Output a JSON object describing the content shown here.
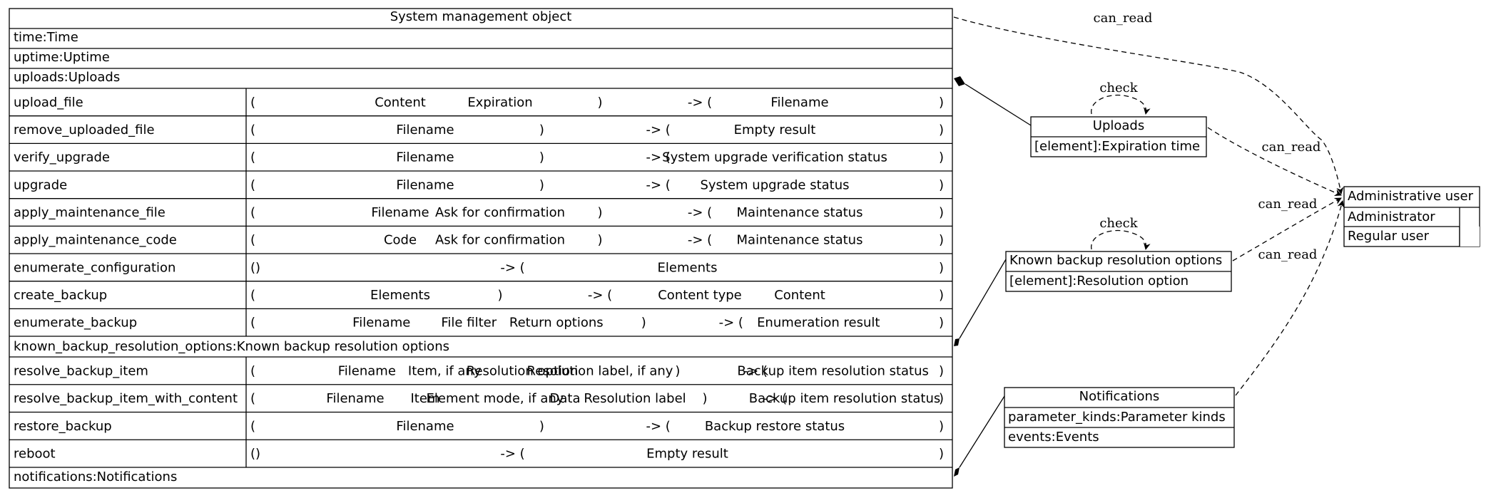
{
  "main_class": {
    "title": "System management object",
    "attributes_top": [
      "time:Time",
      "uptime:Uptime",
      "uploads:Uploads"
    ],
    "methods_a": [
      {
        "name": "upload_file",
        "signature": [
          "(",
          "Content",
          "Expiration",
          ")",
          "-> (",
          "Filename",
          ")"
        ]
      },
      {
        "name": "remove_uploaded_file",
        "signature": [
          "(",
          "Filename",
          ")",
          "-> (",
          "Empty result",
          ")"
        ]
      },
      {
        "name": "verify_upgrade",
        "signature": [
          "(",
          "Filename",
          ")",
          "-> (",
          "System upgrade verification status",
          ")"
        ]
      },
      {
        "name": "upgrade",
        "signature": [
          "(",
          "Filename",
          ")",
          "-> (",
          "System upgrade status",
          ")"
        ]
      },
      {
        "name": "apply_maintenance_file",
        "signature": [
          "(",
          "Filename",
          "Ask for confirmation",
          ")",
          "-> (",
          "Maintenance status",
          ")"
        ]
      },
      {
        "name": "apply_maintenance_code",
        "signature": [
          "(",
          "Code",
          "Ask for confirmation",
          ")",
          "-> (",
          "Maintenance status",
          ")"
        ]
      },
      {
        "name": "enumerate_configuration",
        "signature": [
          "()",
          "-> (",
          "Elements",
          ")"
        ]
      },
      {
        "name": "create_backup",
        "signature": [
          "(",
          "Elements",
          ")",
          "-> (",
          "Content type",
          "Content",
          ")"
        ]
      },
      {
        "name": "enumerate_backup",
        "signature": [
          "(",
          "Filename",
          "File filter",
          "Return options",
          ")",
          "-> (",
          "Enumeration result",
          ")"
        ]
      }
    ],
    "attribute_mid": "known_backup_resolution_options:Known backup resolution options",
    "methods_b": [
      {
        "name": "resolve_backup_item",
        "signature": [
          "(",
          "Filename",
          "Item, if any",
          "Resolution option",
          "Resolution label, if any",
          ")",
          "-> (",
          "Backup item resolution status",
          ")"
        ]
      },
      {
        "name": "resolve_backup_item_with_content",
        "signature": [
          "(",
          "Filename",
          "Item",
          "Element mode, if any",
          "Data",
          "Resolution label",
          ")",
          "-> (",
          "Backup item resolution status",
          ")"
        ]
      },
      {
        "name": "restore_backup",
        "signature": [
          "(",
          "Filename",
          ")",
          "-> (",
          "Backup restore status",
          ")"
        ]
      },
      {
        "name": "reboot",
        "signature": [
          "()",
          "-> (",
          "Empty result",
          ")"
        ]
      }
    ],
    "attribute_bottom": "notifications:Notifications"
  },
  "uploads_class": {
    "title": "Uploads",
    "attributes": [
      "[element]:Expiration time"
    ],
    "self_label": "check"
  },
  "backup_class": {
    "title": "Known backup resolution options",
    "attributes": [
      "[element]:Resolution option"
    ],
    "self_label": "check"
  },
  "notifications_class": {
    "title": "Notifications",
    "attributes": [
      "parameter_kinds:Parameter kinds",
      "events:Events"
    ]
  },
  "admin_class": {
    "title": "Administrative user",
    "attributes": [
      "Administrator",
      "Regular user"
    ]
  },
  "edge_labels": {
    "main": "can_read",
    "uploads": "can_read",
    "backup": "can_read",
    "notifications": "can_read"
  }
}
